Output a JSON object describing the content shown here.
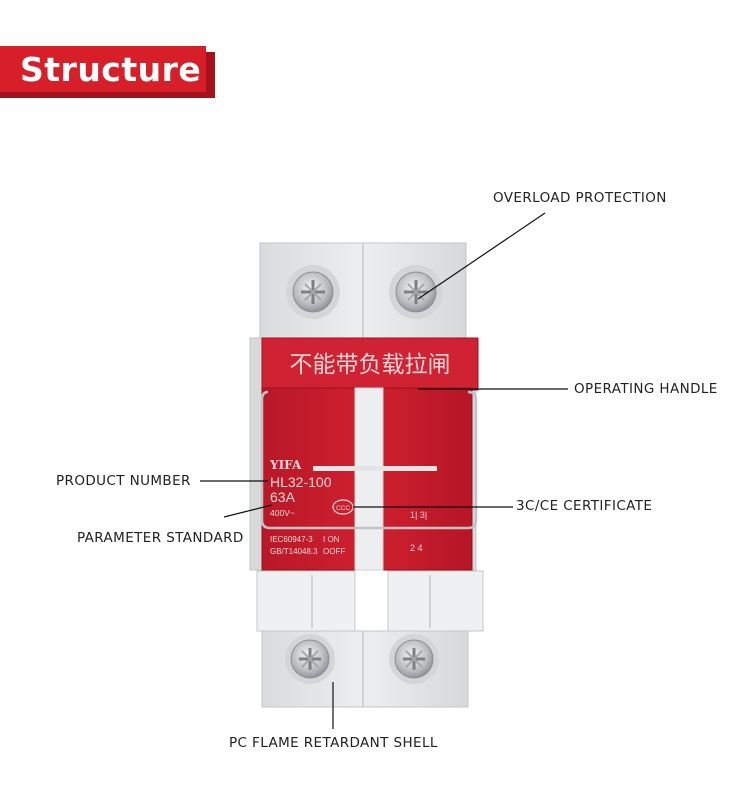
{
  "header": {
    "title": "Structure"
  },
  "product": {
    "chinese_warning": "不能带负载拉闸",
    "brand": "YIFA",
    "model": "HL32-100",
    "current": "63A",
    "voltage": "400V~",
    "cert_mark": "CCC",
    "standard_1": "IEC60947-3",
    "standard_2": "GB/T14048.3",
    "on_text": "I ON",
    "off_text": "OOFF",
    "terminal_top": "1| 3|",
    "terminal_bottom": "2 4"
  },
  "labels": {
    "overload_protection": "OVERLOAD PROTECTION",
    "operating_handle": "OPERATING HANDLE",
    "product_number": "PRODUCT NUMBER",
    "certificate": "3C/CE CERTIFICATE",
    "parameter_standard": "PARAMETER STANDARD",
    "shell": "PC FLAME RETARDANT SHELL"
  },
  "colors": {
    "accent": "#d71f2a",
    "handle_red": "#c81e2c",
    "shell_gray": "#e4e6e8"
  }
}
